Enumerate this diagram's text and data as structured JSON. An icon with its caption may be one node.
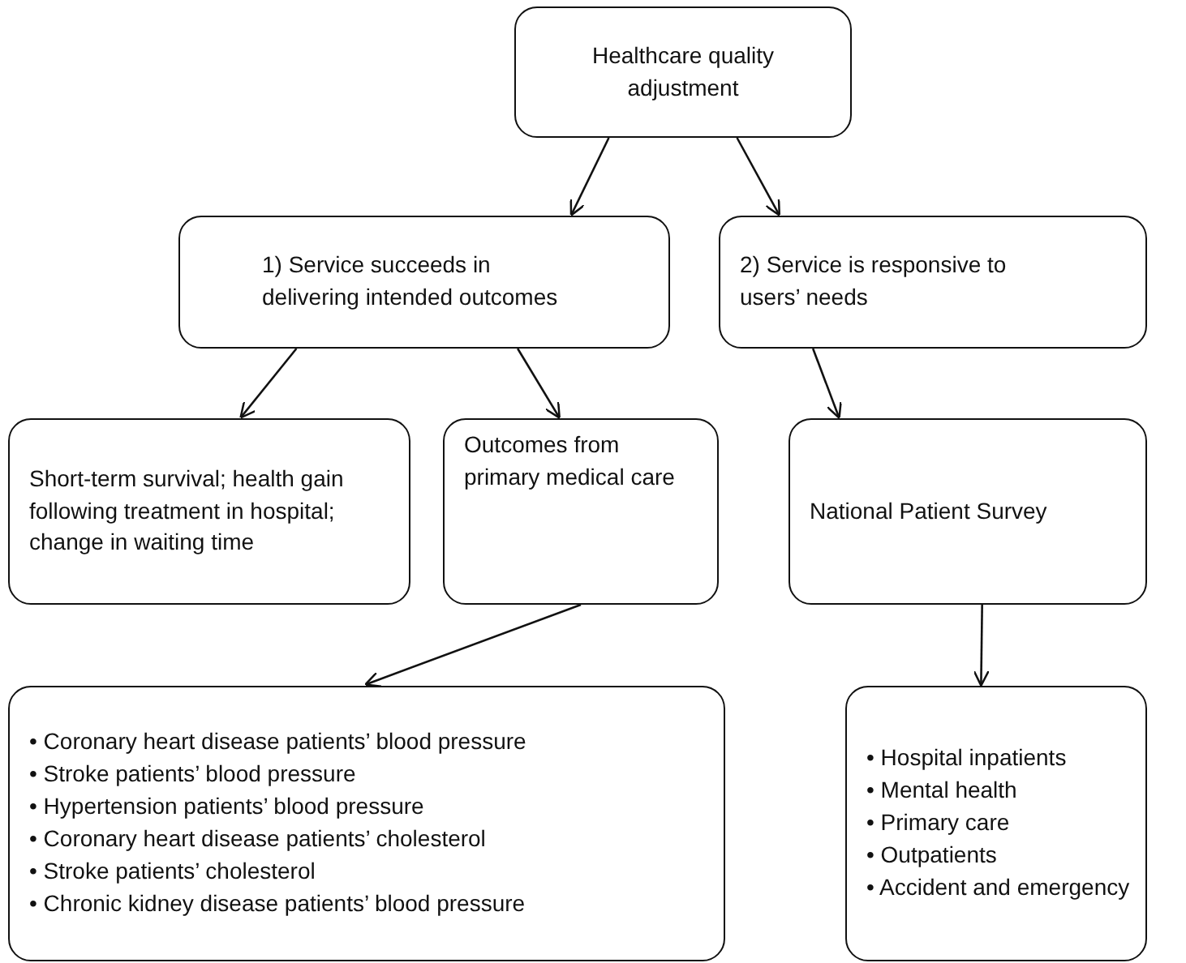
{
  "diagram": {
    "nodes": [
      {
        "text": [
          "Healthcare quality adjustment"
        ]
      },
      {
        "text": [
          "1) Service succeeds in delivering intended outcomes"
        ]
      },
      {
        "text": [
          "2) Service is responsive to users’ needs"
        ]
      },
      {
        "text": [
          "Short-term survival; health gain following treatment in hospital; change in waiting time"
        ]
      },
      {
        "text": [
          "Outcomes from primary medical care"
        ]
      },
      {
        "text": [
          "National Patient Survey"
        ]
      },
      {
        "text": [
          "• Coronary heart disease patients’ blood pressure",
          "• Stroke patients’ blood pressure",
          "• Hypertension patients’ blood pressure",
          "• Coronary heart disease patients’ cholesterol",
          "• Stroke patients’ cholesterol",
          "• Chronic kidney disease patients’ blood pressure"
        ]
      },
      {
        "text": [
          "• Hospital inpatients",
          "• Mental health",
          "• Primary care",
          "• Outpatients",
          "• Accident and emergency"
        ]
      }
    ],
    "edges": [
      {
        "from": 0,
        "to": 1,
        "arrow": "to"
      },
      {
        "from": 0,
        "to": 2,
        "arrow": "to"
      },
      {
        "from": 1,
        "to": 3,
        "arrow": "to"
      },
      {
        "from": 1,
        "to": 4,
        "arrow": "to"
      },
      {
        "from": 2,
        "to": 5,
        "arrow": "to"
      },
      {
        "from": 4,
        "to": 6,
        "arrow": "to"
      },
      {
        "from": 5,
        "to": 7,
        "arrow": "to"
      }
    ]
  }
}
